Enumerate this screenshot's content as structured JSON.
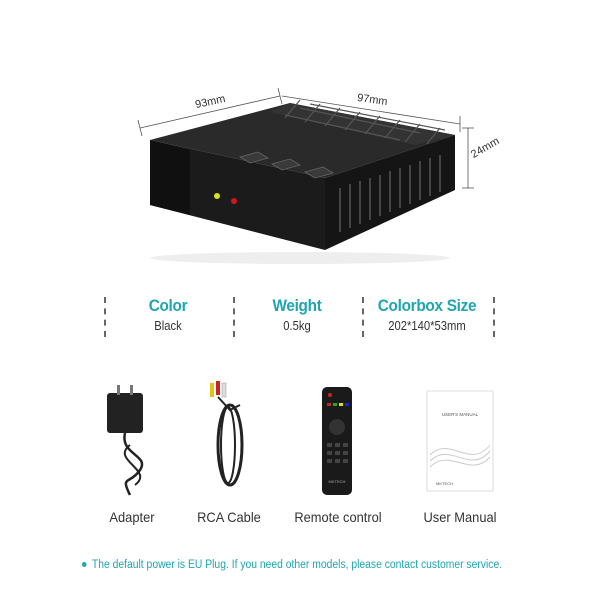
{
  "product": {
    "dimensions": {
      "depth": "93mm",
      "width": "97mm",
      "height": "24mm"
    }
  },
  "specs": [
    {
      "title": "Color",
      "value": "Black"
    },
    {
      "title": "Weight",
      "value": "0.5kg"
    },
    {
      "title": "Colorbox Size",
      "value": "202*140*53mm"
    }
  ],
  "accessories": [
    {
      "label": "Adapter"
    },
    {
      "label": "RCA Cable"
    },
    {
      "label": "Remote control",
      "brand": "MKTECH"
    },
    {
      "label": "User Manual",
      "cover_title": "USER'S MANUAL",
      "brand": "MKTECH"
    }
  ],
  "footer": {
    "note": "The default power is EU Plug. If you need other models, please contact customer service."
  },
  "colors": {
    "accent": "#1fa5b0",
    "text": "#333333",
    "device": "#1b1b1b"
  }
}
